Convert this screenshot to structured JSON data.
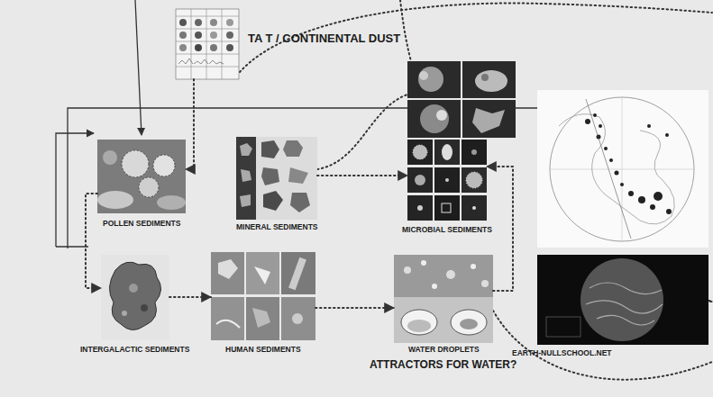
{
  "diagram": {
    "nodes": [
      {
        "text": [
          "TA T / CONTINENTAL DUST"
        ]
      },
      {
        "text": [
          "POLLEN SEDIMENTS"
        ]
      },
      {
        "text": [
          "MINERAL SEDIMENTS"
        ]
      },
      {
        "text": [
          "MICROBIAL SEDIMENTS"
        ]
      },
      {
        "text": [
          "INTERGALACTIC SEDIMENTS"
        ]
      },
      {
        "text": [
          "HUMAN SEDIMENTS"
        ]
      },
      {
        "text": [
          "WATER DROPLETS"
        ]
      },
      {
        "text": [
          "EARTH-NULLSCHOOL.NET"
        ]
      }
    ],
    "edges": [
      {
        "from": 0,
        "to": 1,
        "arrow": "to"
      },
      {
        "from": 1,
        "to": 4,
        "arrow": "to"
      },
      {
        "from": 2,
        "to": 3,
        "arrow": "to"
      },
      {
        "from": 4,
        "to": 5,
        "arrow": "to"
      },
      {
        "from": 5,
        "to": 6,
        "arrow": "to"
      },
      {
        "from": 6,
        "to": 3,
        "arrow": "to"
      }
    ],
    "labels": [
      "ATTRACTORS FOR WATER?"
    ]
  }
}
